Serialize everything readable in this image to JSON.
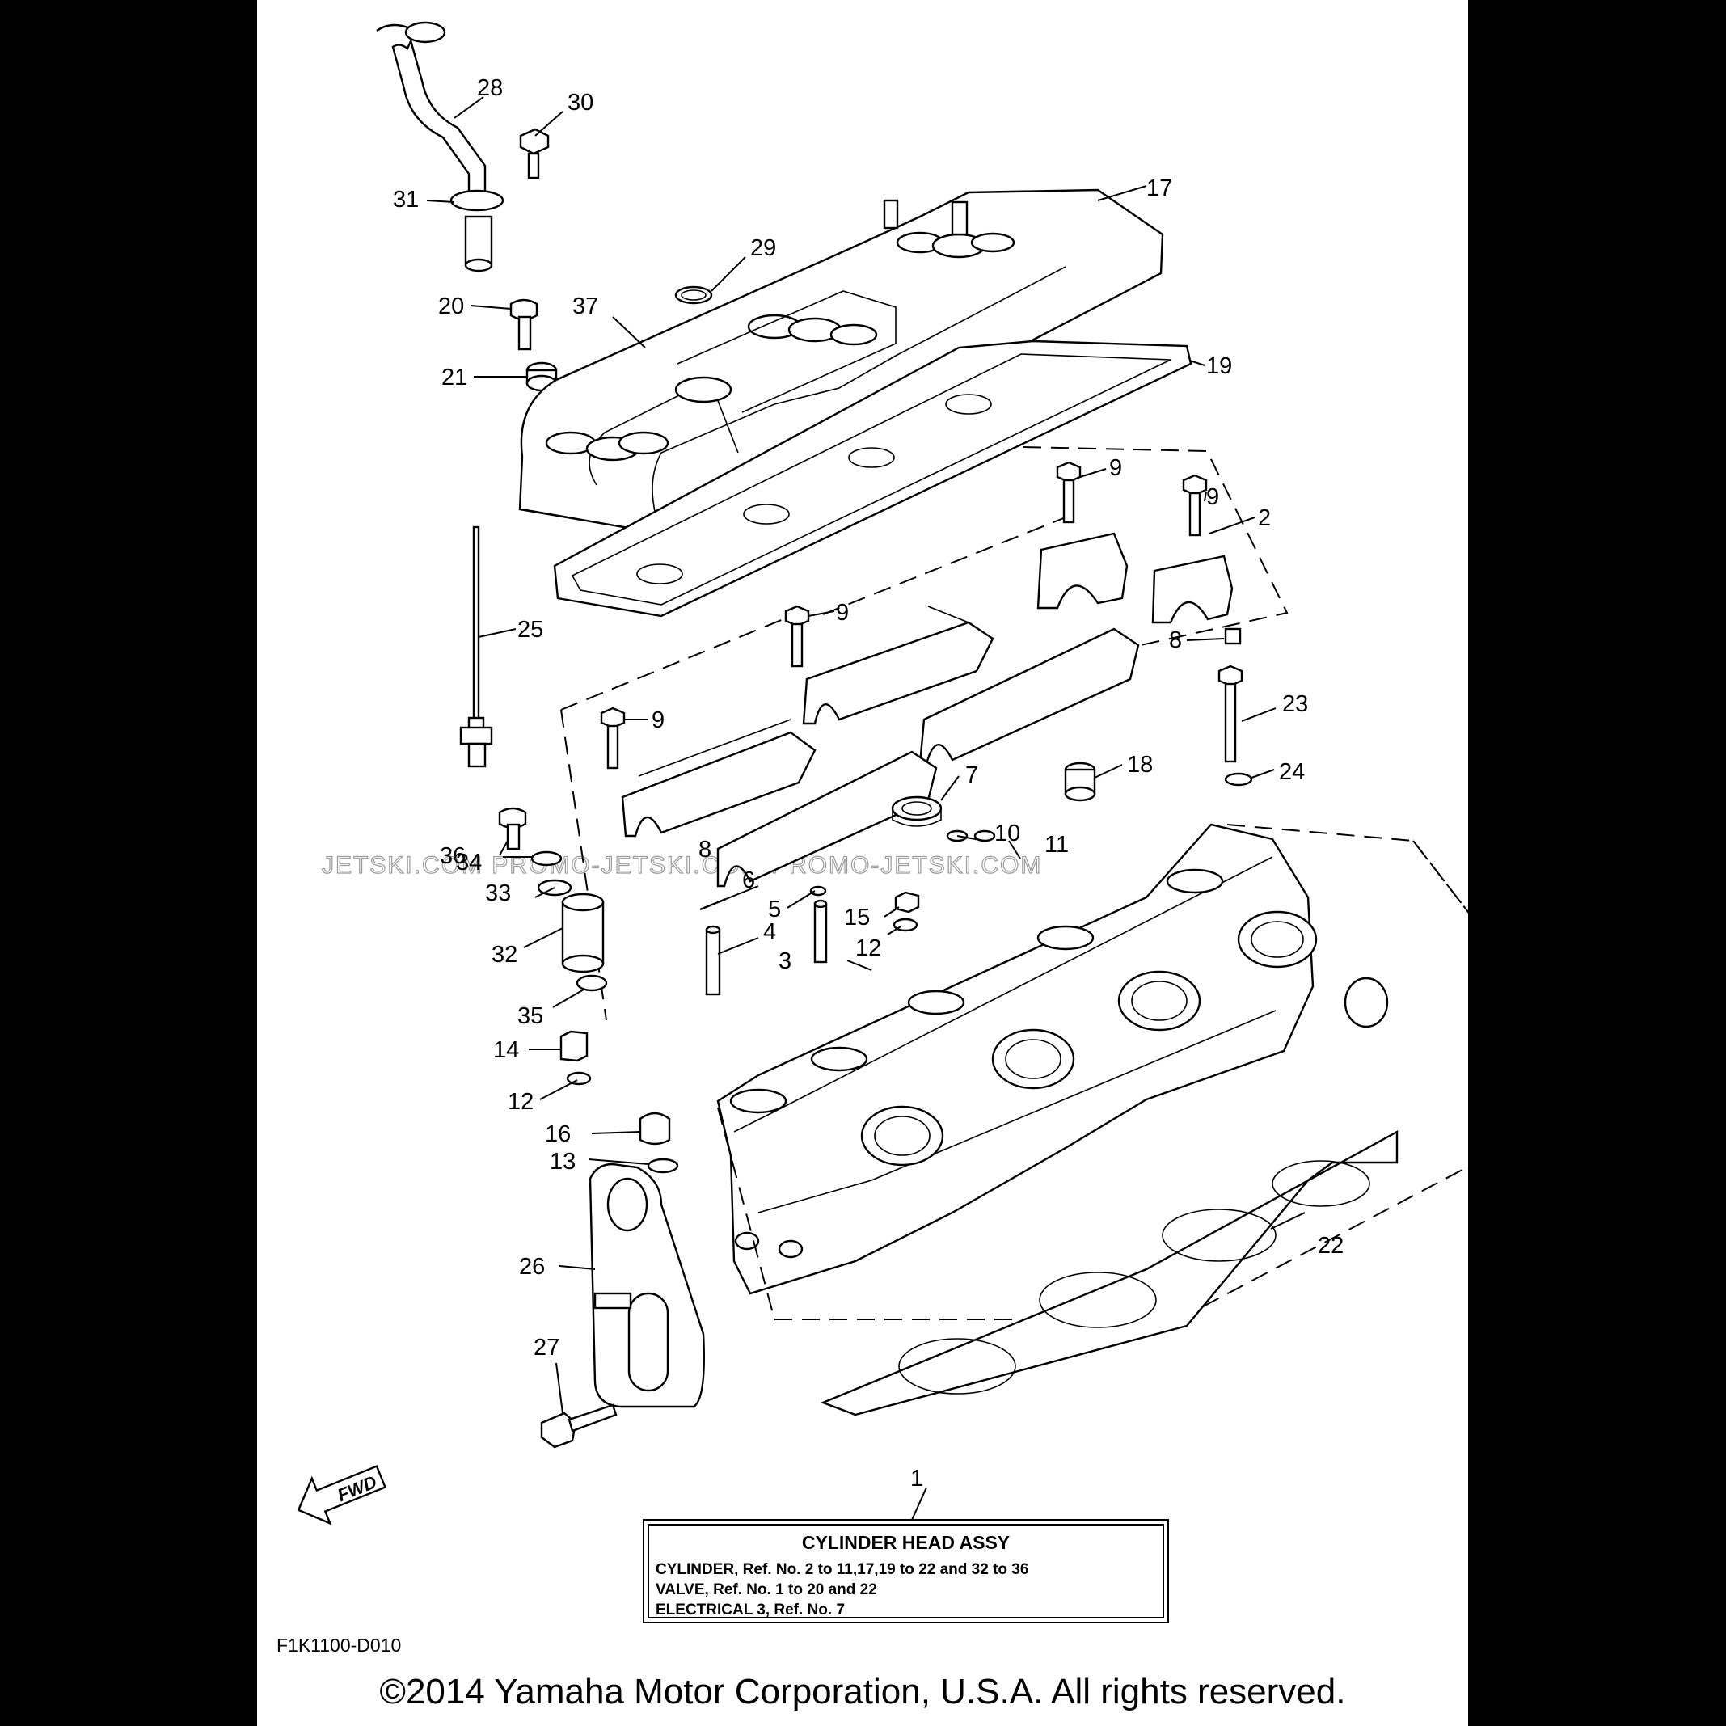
{
  "diagram": {
    "code": "F1K1100-D010",
    "copyright": "©2014 Yamaha Motor Corporation, U.S.A. All rights reserved.",
    "fwd_label": "FWD",
    "watermark": "JETSKI.COM   PROMO-JETSKI.COM   PROMO-JETSKI.COM",
    "callouts": [
      "1",
      "2",
      "3",
      "4",
      "5",
      "6",
      "7",
      "8",
      "8",
      "9",
      "9",
      "9",
      "9",
      "10",
      "11",
      "12",
      "12",
      "13",
      "14",
      "15",
      "16",
      "17",
      "18",
      "19",
      "20",
      "21",
      "22",
      "23",
      "24",
      "25",
      "26",
      "27",
      "28",
      "29",
      "30",
      "31",
      "32",
      "33",
      "34",
      "35",
      "36",
      "37"
    ]
  },
  "assy": {
    "ref": "1",
    "title": "CYLINDER HEAD ASSY",
    "lines": [
      "CYLINDER, Ref. No. 2 to 11,17,19 to 22 and 32 to 36",
      "VALVE, Ref. No. 1 to 20 and 22",
      "ELECTRICAL 3, Ref. No. 7"
    ]
  }
}
